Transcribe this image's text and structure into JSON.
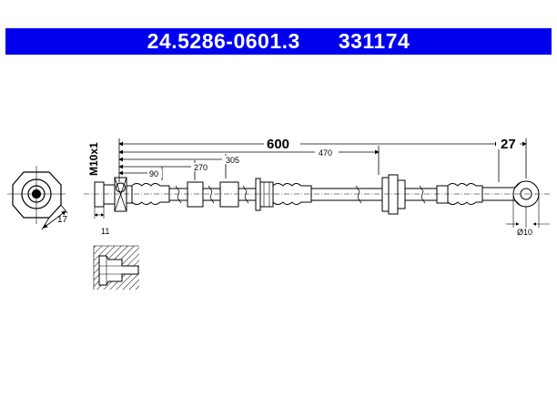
{
  "header": {
    "part_number": "24.5286-0601.3",
    "ref_number": "331174",
    "background_color": "#0000ee"
  },
  "dimensions": {
    "total_length": "600",
    "end_length": "27",
    "d90": "90",
    "d270": "270",
    "d305": "305",
    "d470": "470",
    "thread": "M10x1",
    "wrench_size": "17",
    "fitting_length": "11",
    "eye_diameter": "Ø10"
  }
}
